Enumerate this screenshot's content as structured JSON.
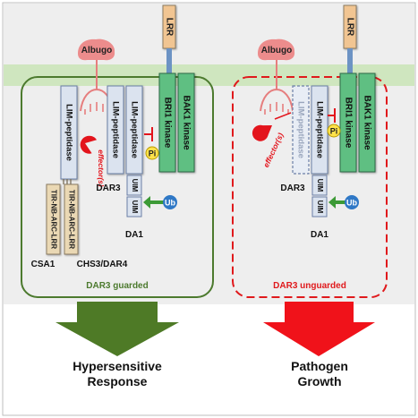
{
  "colors": {
    "cytoplasm_bg": "#eeeeee",
    "membrane": "#cfe6bf",
    "guarded_border": "#4c7a2e",
    "unguarded_border": "#e0191c",
    "green_arrow": "#4e7a26",
    "red_arrow": "#f0121a",
    "albugo_body": "#ec8c8c",
    "effector_red": "#e3141c",
    "lim_box": "#dbe3ef",
    "lim_border": "#6b7fa6",
    "kinase_green": "#5fbf82",
    "lrr_tan": "#f1c592",
    "tir_tan": "#ead8b4",
    "pi_yellow": "#ffe24a",
    "ub_blue": "#2f78c6"
  },
  "left": {
    "albugo": "Albugo",
    "effector": "effector(s)",
    "lrr": "LRR",
    "bri1": "BRI1 kinase",
    "bak1": "BAK1 kinase",
    "lim_da1": "LIM-peptidase",
    "lim_dar3": "LIM-peptidase",
    "lim_dar3b": "LIM-peptidase",
    "pi": "Pi",
    "dar3_label": "DAR3",
    "uim1": "UIM",
    "uim2": "UIM",
    "ub": "Ub",
    "da1_label": "DA1",
    "tir1": "TIR-NB-ARC-LRR",
    "tir2": "TIR-NB-ARC-LRR",
    "csa1": "CSA1",
    "chs3": "CHS3/DAR4",
    "box_caption": "DAR3 guarded",
    "outcome_line1": "Hypersensitive",
    "outcome_line2": "Response"
  },
  "right": {
    "albugo": "Albugo",
    "effector": "effector(s)",
    "lrr": "LRR",
    "bri1": "BRI1 kinase",
    "bak1": "BAK1 kinase",
    "lim_dar3_ghost": "LIM-peptidase",
    "lim_da1": "LIM-peptidase",
    "pi": "Pi",
    "dar3_label": "DAR3",
    "uim1": "UIM",
    "uim2": "UIM",
    "ub": "Ub",
    "da1_label": "DA1",
    "box_caption": "DAR3 unguarded",
    "outcome_line1": "Pathogen",
    "outcome_line2": "Growth"
  }
}
